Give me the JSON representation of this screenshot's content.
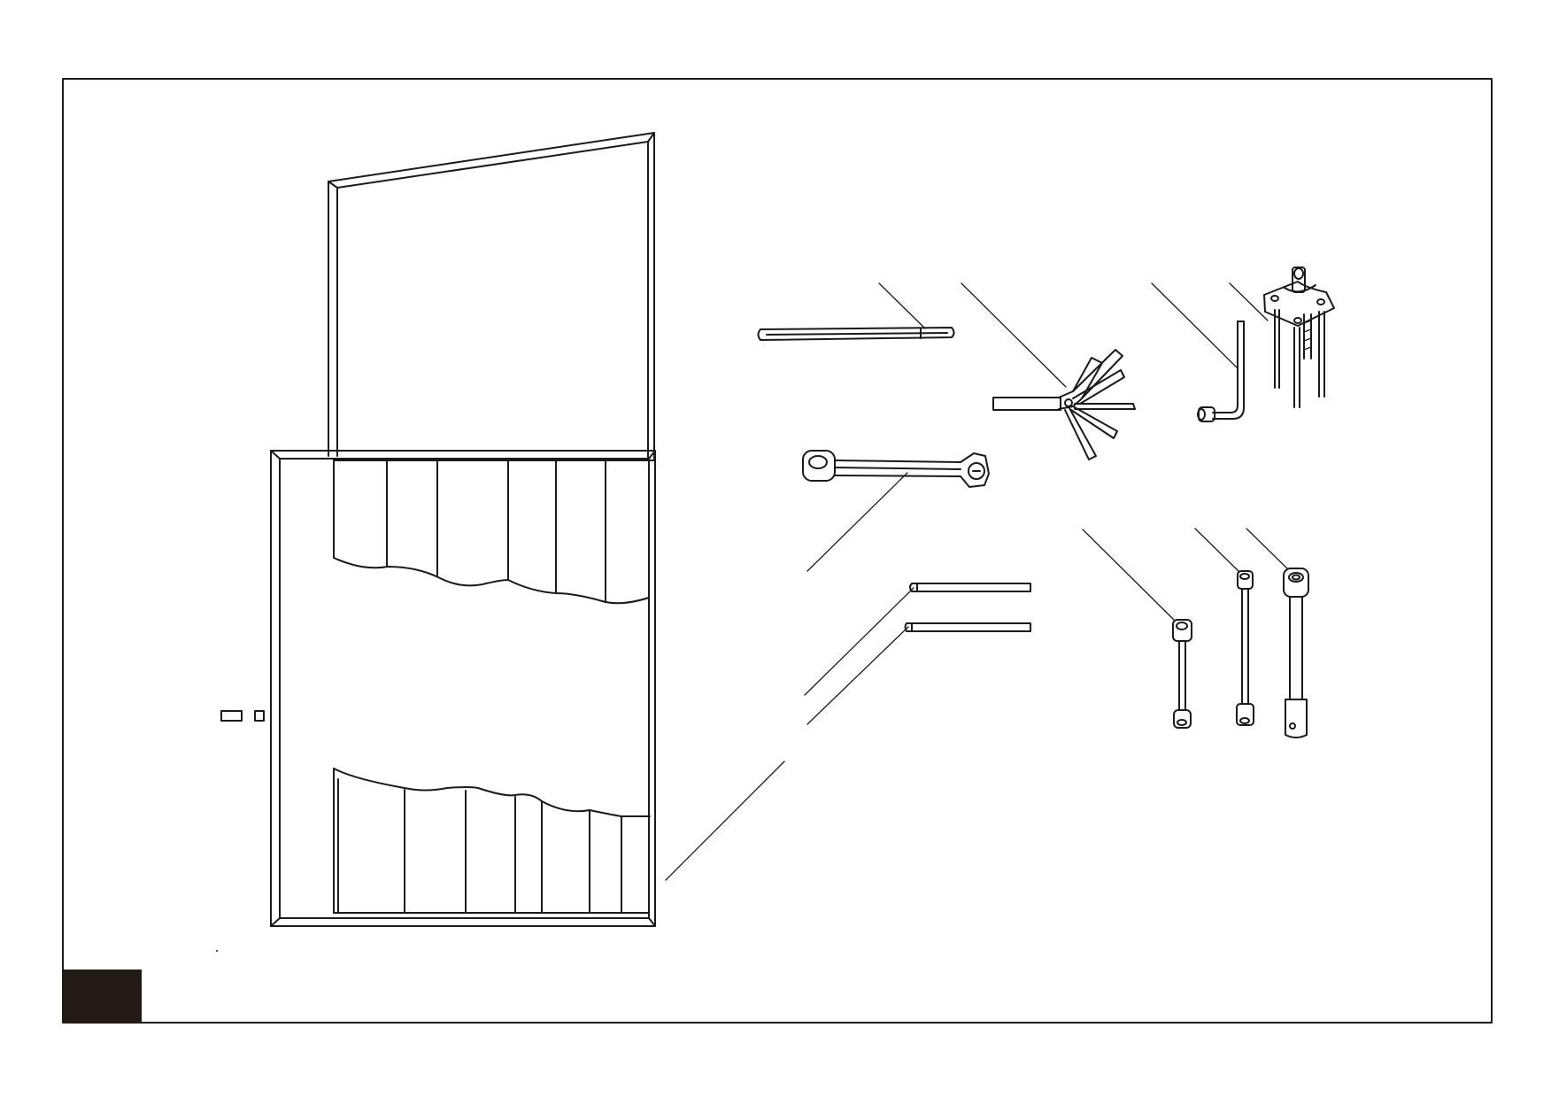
{
  "colors": {
    "line": "#1a1a1a",
    "background": "#ffffff",
    "corner_block": "#231a15"
  },
  "parts": [
    {
      "name": "tool-roll",
      "icon": "tool-roll-icon"
    },
    {
      "name": "plain-rod",
      "icon": "rod-icon"
    },
    {
      "name": "feeler-gauge-set",
      "icon": "feeler-gauge-icon"
    },
    {
      "name": "hex-key",
      "icon": "hex-key-icon"
    },
    {
      "name": "puller",
      "icon": "puller-icon"
    },
    {
      "name": "spark-plug-wrench",
      "icon": "wrench-icon"
    },
    {
      "name": "drift-pin-long",
      "icon": "pin-icon"
    },
    {
      "name": "drift-pin-short",
      "icon": "pin-icon"
    },
    {
      "name": "box-spanner-small",
      "icon": "box-spanner-icon"
    },
    {
      "name": "box-spanner-medium",
      "icon": "box-spanner-icon"
    },
    {
      "name": "box-spanner-large",
      "icon": "box-spanner-icon"
    }
  ]
}
